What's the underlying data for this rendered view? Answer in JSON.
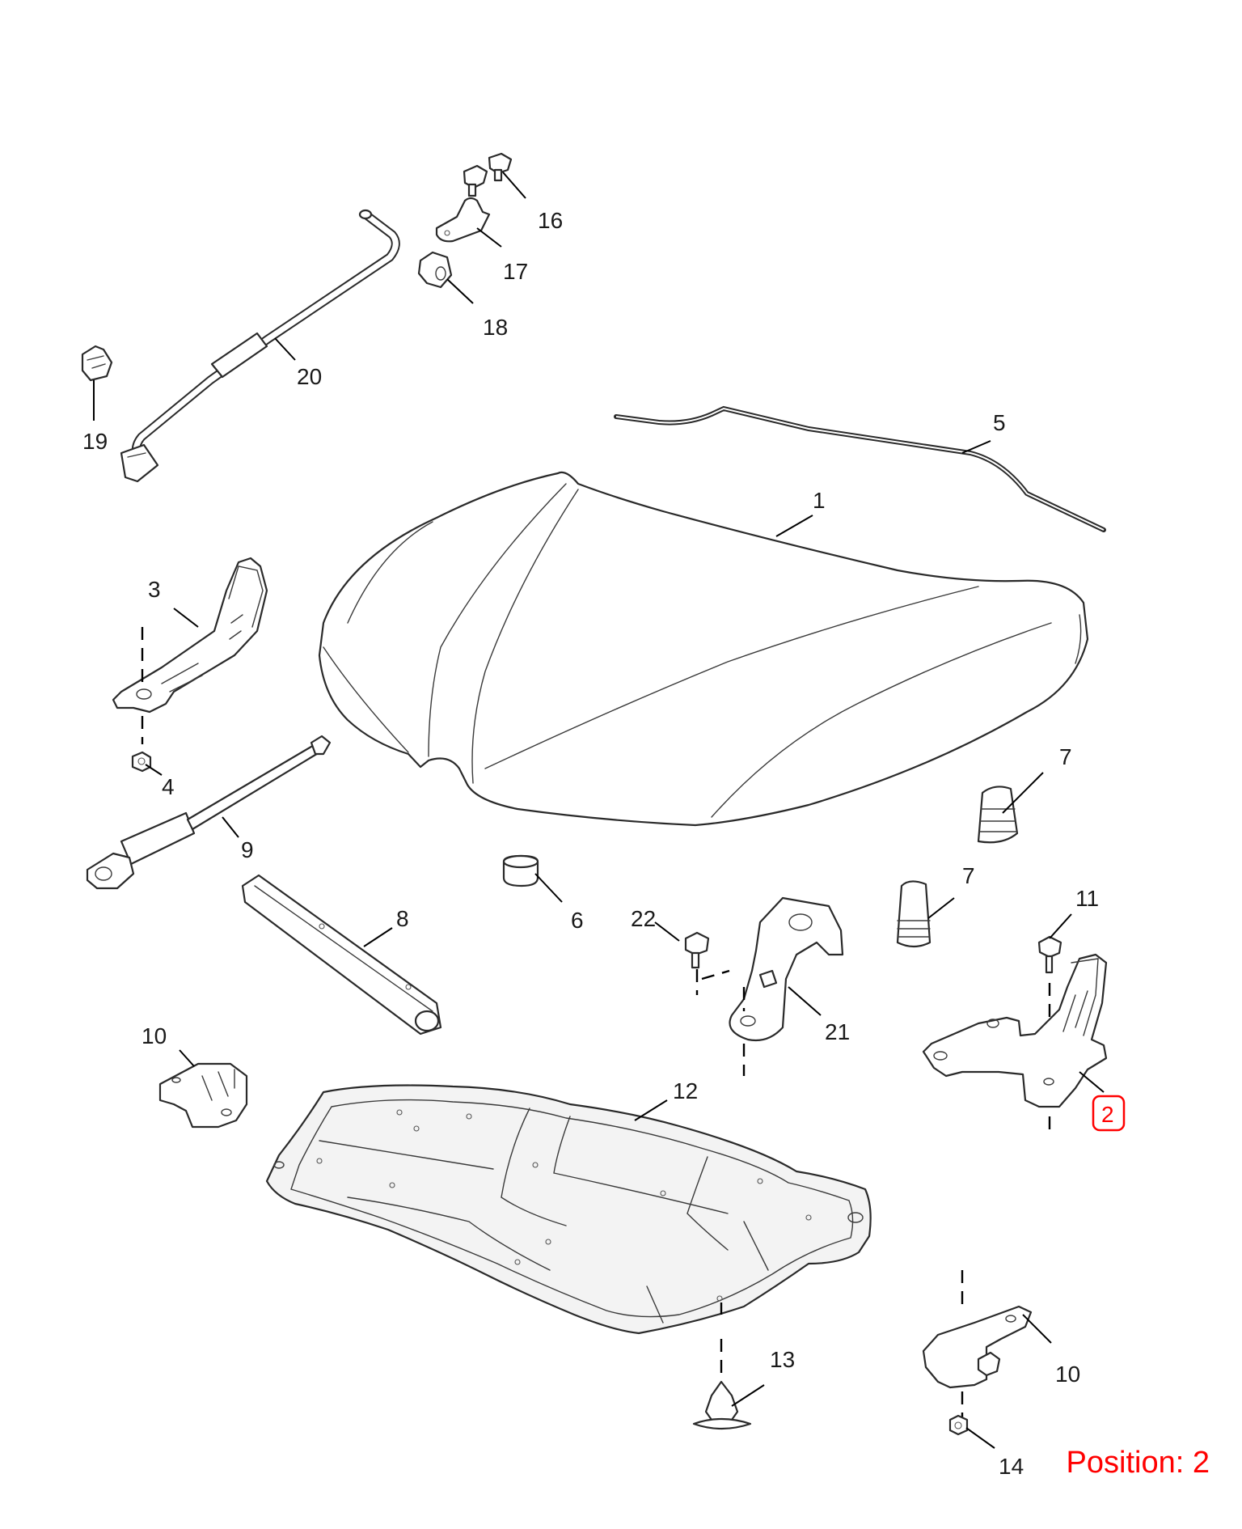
{
  "callouts": {
    "c1": "1",
    "c2": "2",
    "c3": "3",
    "c4": "4",
    "c5": "5",
    "c6": "6",
    "c7a": "7",
    "c7b": "7",
    "c8": "8",
    "c9": "9",
    "c10a": "10",
    "c10b": "10",
    "c11": "11",
    "c12": "12",
    "c13": "13",
    "c14": "14",
    "c16": "16",
    "c17": "17",
    "c18": "18",
    "c19": "19",
    "c20": "20",
    "c21": "21",
    "c22": "22"
  },
  "position_label": "Position: 2",
  "highlight_color": "#ff0000"
}
